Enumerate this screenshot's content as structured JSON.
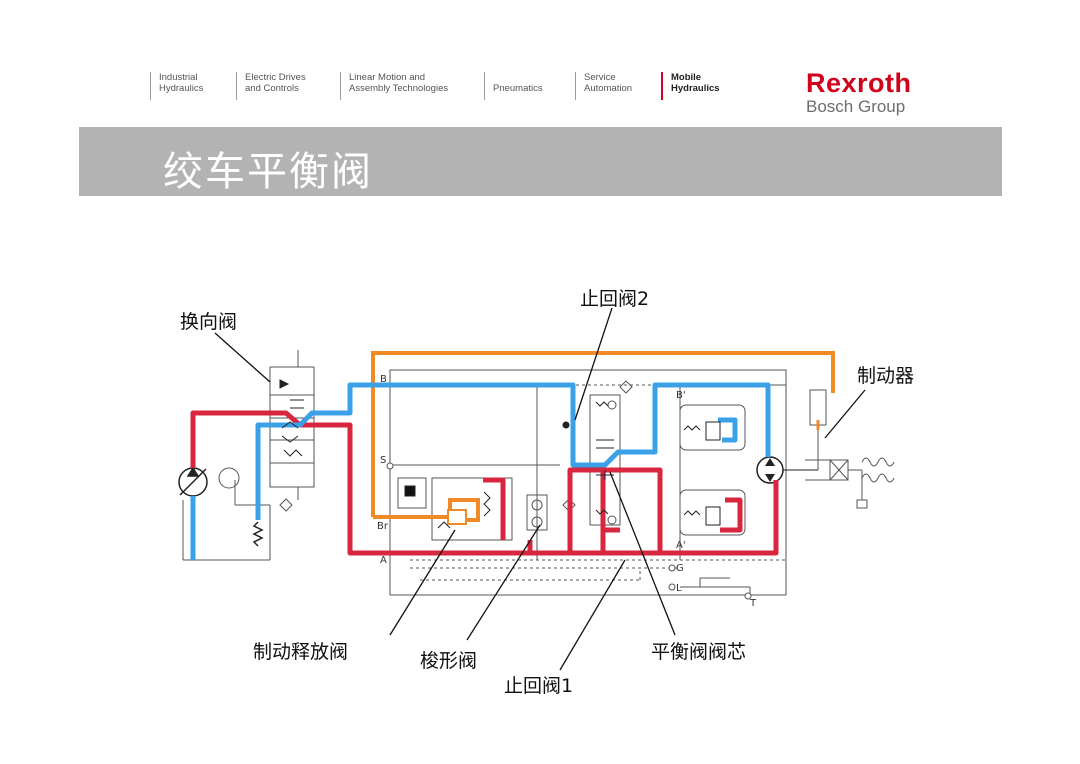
{
  "header": {
    "nav": [
      {
        "label": "Industrial\nHydraulics",
        "active": false
      },
      {
        "label": "Electric Drives\nand Controls",
        "active": false
      },
      {
        "label": "Linear Motion and\nAssembly Technologies",
        "active": false
      },
      {
        "label": "\nPneumatics",
        "active": false
      },
      {
        "label": "Service\nAutomation",
        "active": false
      },
      {
        "label": "Mobile\nHydraulics",
        "active": true
      }
    ],
    "logo_main": "Rexroth",
    "logo_sub": "Bosch Group"
  },
  "title": "绞车平衡阀",
  "labels": {
    "directional_valve": "换向阀",
    "check_valve_2": "止回阀2",
    "brake": "制动器",
    "brake_release_valve": "制动释放阀",
    "shuttle_valve": "梭形阀",
    "check_valve_1": "止回阀1",
    "counterbalance_spool": "平衡阀阀芯"
  },
  "ports": {
    "B": "B",
    "S": "S",
    "Br": "Br",
    "A": "A",
    "B2": "B'",
    "A2": "A'",
    "G": "G",
    "L": "L",
    "T": "T"
  },
  "colors": {
    "pressure_line": "#d7263d",
    "return_line": "#3aa0e8",
    "pilot_line": "#f08a24",
    "symbol": "#444444",
    "title_bar": "#b3b3b3",
    "brand": "#d0021b"
  }
}
